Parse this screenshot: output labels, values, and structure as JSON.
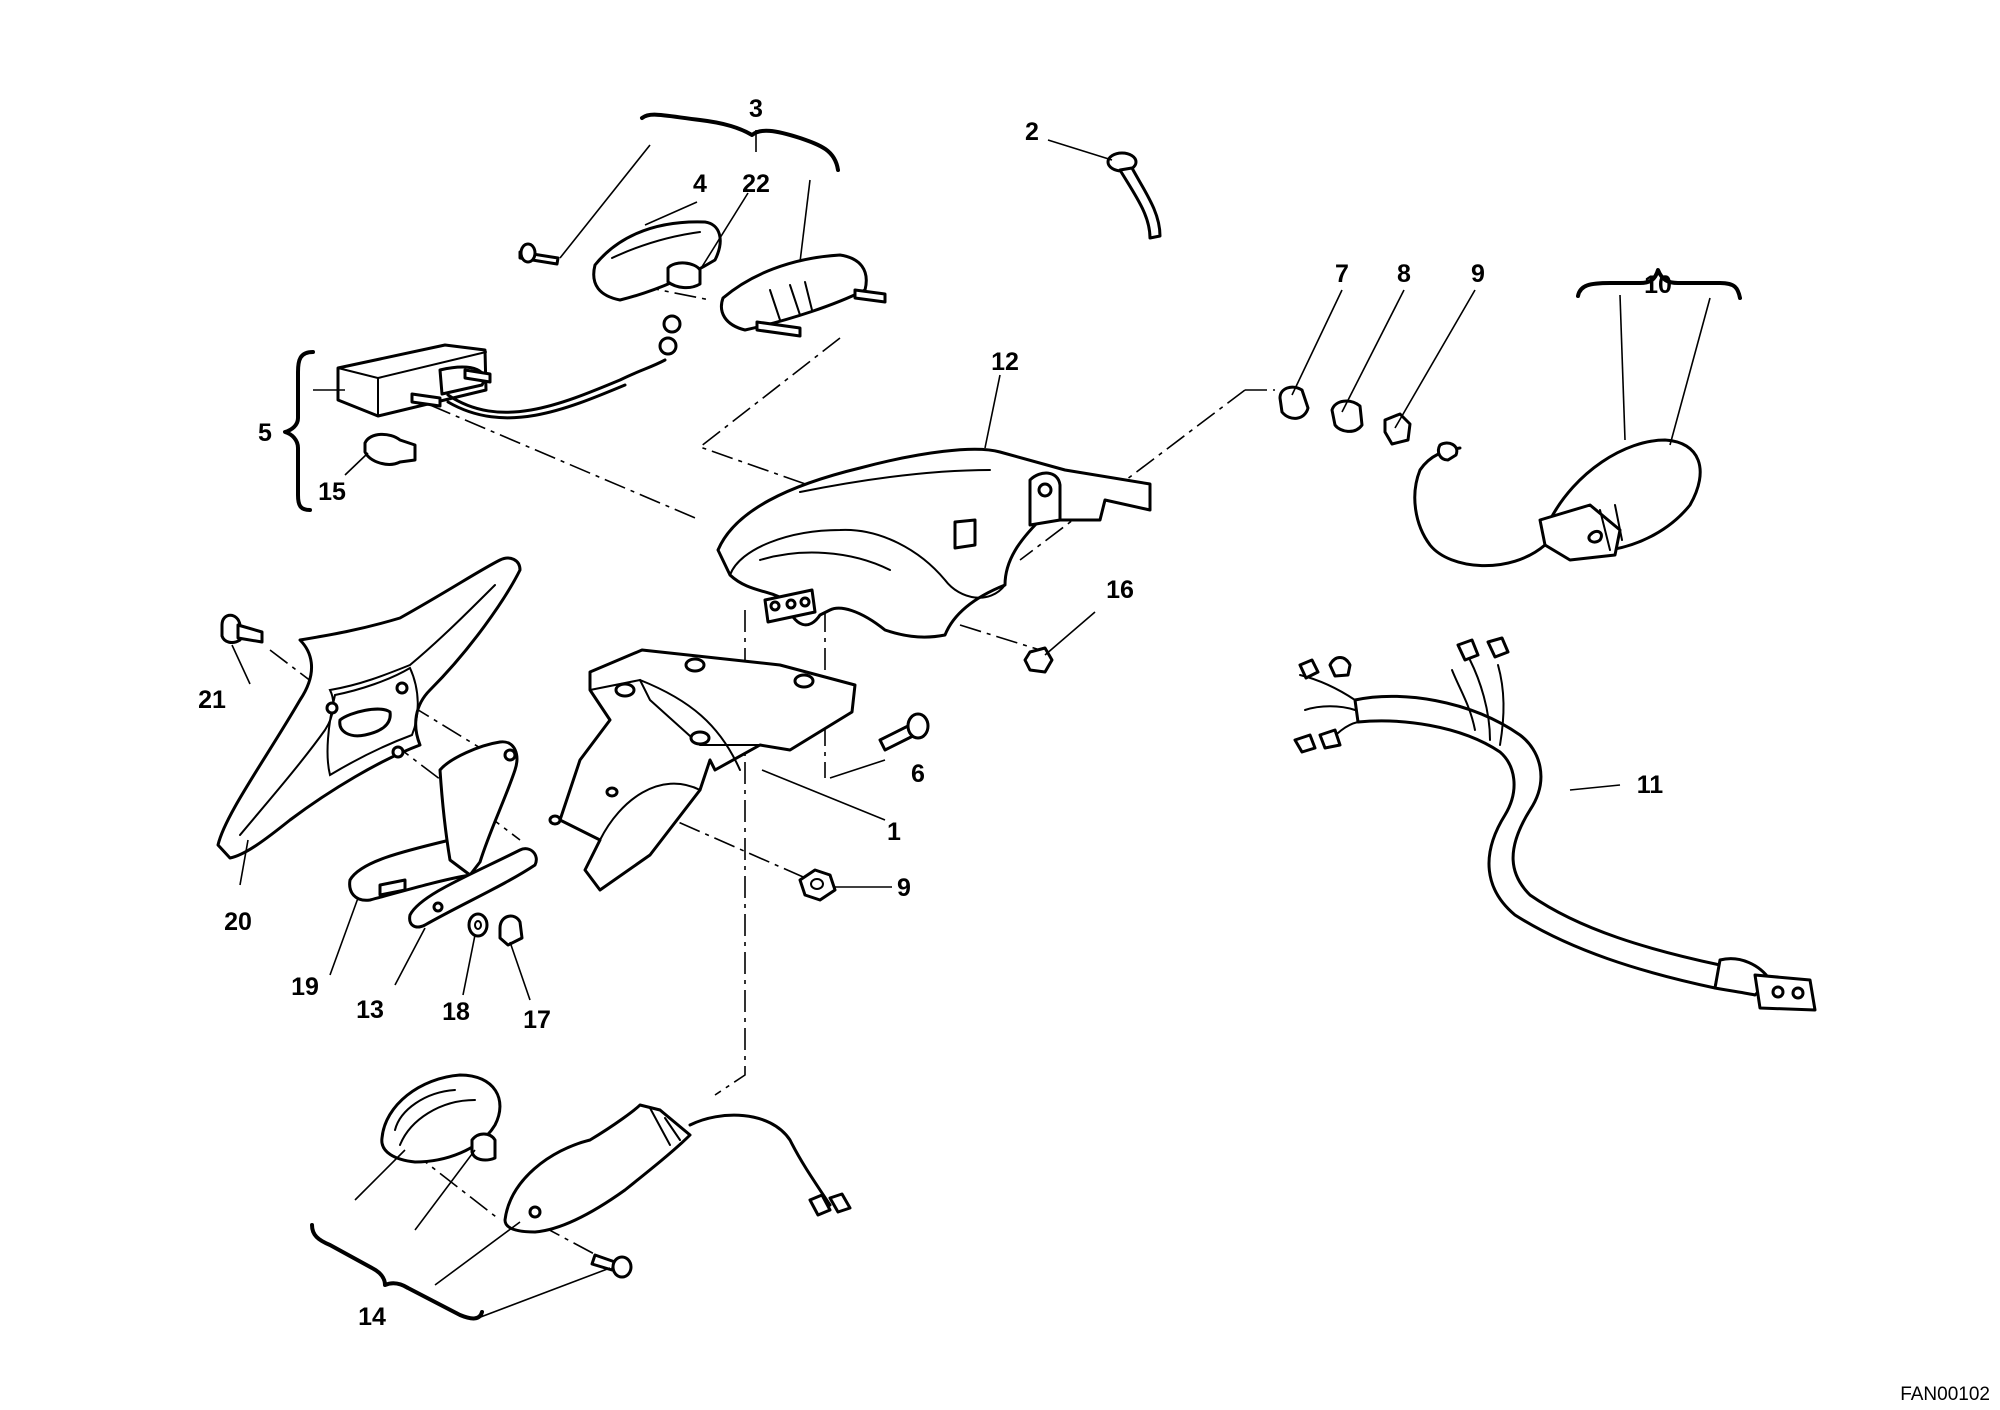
{
  "callouts": [
    "1",
    "2",
    "3",
    "4",
    "5",
    "6",
    "7",
    "8",
    "9",
    "9",
    "10",
    "11",
    "12",
    "13",
    "14",
    "15",
    "16",
    "17",
    "18",
    "19",
    "20",
    "21",
    "22"
  ],
  "drawing_code": "FAN00102"
}
